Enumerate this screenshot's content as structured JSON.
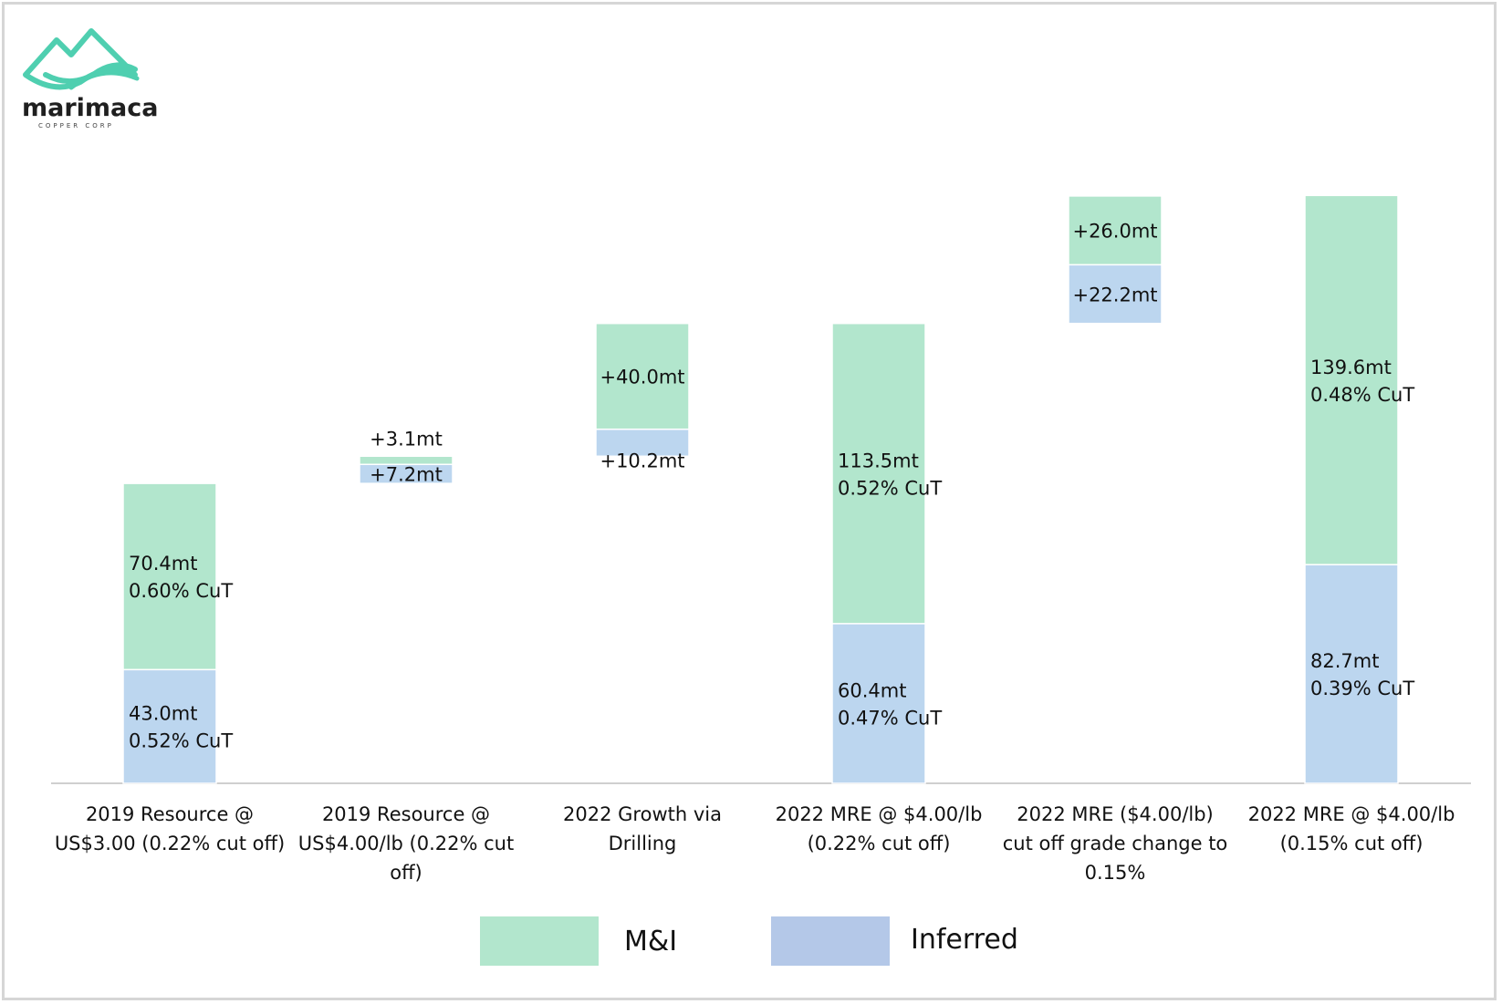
{
  "logo": {
    "name": "marimaca",
    "tagline": "COPPER CORP",
    "color": "#4fcfb0"
  },
  "colors": {
    "mi": "#b2e6cd",
    "inferred": "#bcd6ef",
    "legend_mi": "#b2e6cd",
    "legend_inferred": "#b4c8e8",
    "axis": "#cfcfcf"
  },
  "legend": {
    "mi_label": "M&I",
    "inferred_label": "Inferred"
  },
  "chart_data": {
    "type": "bar",
    "subtype": "waterfall-stacked",
    "title": "",
    "xlabel": "",
    "ylabel": "",
    "ylim": [
      0,
      230
    ],
    "grid": false,
    "legend_position": "bottom",
    "categories": [
      [
        "2019 Resource @",
        "US$3.00 (0.22% cut off)"
      ],
      [
        "2019 Resource @",
        "US$4.00/lb (0.22% cut",
        "off)"
      ],
      [
        "2022 Growth via",
        "Drilling"
      ],
      [
        "2022 MRE @ $4.00/lb",
        "(0.22% cut off)"
      ],
      [
        "2022 MRE ($4.00/lb)",
        "cut off grade change to",
        "0.15%"
      ],
      [
        "2022 MRE @ $4.00/lb",
        "(0.15% cut off)"
      ]
    ],
    "bars": [
      {
        "inferred": {
          "base": 0,
          "value": 43.0,
          "label": [
            "43.0mt",
            "0.52% CuT"
          ]
        },
        "mi": {
          "base": 43.0,
          "value": 70.4,
          "label": [
            "70.4mt",
            "0.60% CuT"
          ]
        }
      },
      {
        "inferred": {
          "base": 113.4,
          "value": 7.2,
          "label": [
            "+7.2mt"
          ]
        },
        "mi": {
          "base": 120.6,
          "value": 3.1,
          "label": [
            "+3.1mt"
          ]
        }
      },
      {
        "inferred": {
          "base": 123.7,
          "value": 10.2,
          "label": [
            "+10.2mt"
          ]
        },
        "mi": {
          "base": 133.9,
          "value": 40.0,
          "label": [
            "+40.0mt"
          ]
        }
      },
      {
        "inferred": {
          "base": 0,
          "value": 60.4,
          "label": [
            "60.4mt",
            "0.47% CuT"
          ]
        },
        "mi": {
          "base": 60.4,
          "value": 113.5,
          "label": [
            "113.5mt",
            "0.52% CuT"
          ]
        }
      },
      {
        "inferred": {
          "base": 173.9,
          "value": 22.2,
          "label": [
            "+22.2mt"
          ]
        },
        "mi": {
          "base": 196.1,
          "value": 26.0,
          "label": [
            "+26.0mt"
          ]
        }
      },
      {
        "inferred": {
          "base": 0,
          "value": 82.7,
          "label": [
            "82.7mt",
            "0.39% CuT"
          ]
        },
        "mi": {
          "base": 82.7,
          "value": 139.6,
          "label": [
            "139.6mt",
            "0.48% CuT"
          ]
        }
      }
    ],
    "series": [
      {
        "name": "M&I",
        "values": [
          70.4,
          3.1,
          40.0,
          113.5,
          26.0,
          139.6
        ]
      },
      {
        "name": "Inferred",
        "values": [
          43.0,
          7.2,
          10.2,
          60.4,
          22.2,
          82.7
        ]
      }
    ]
  }
}
